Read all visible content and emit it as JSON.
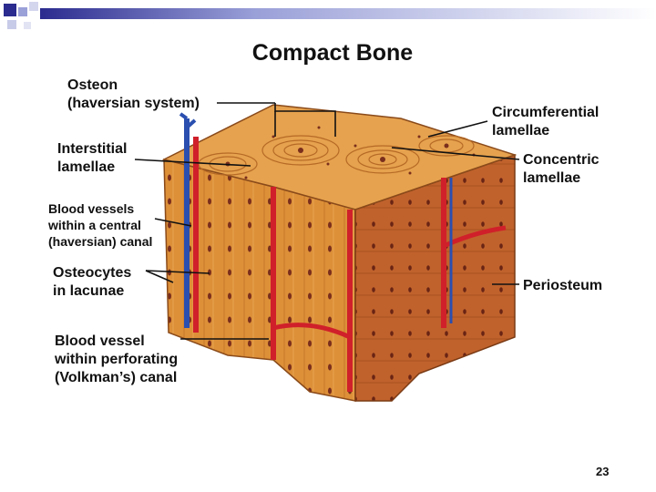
{
  "slide": {
    "title": "Compact Bone",
    "page_number": "23"
  },
  "labels": {
    "osteon": [
      "Osteon",
      "(haversian system)"
    ],
    "interstitial": [
      "Interstitial",
      "lamellae"
    ],
    "blood_vessels_central": [
      "Blood vessels",
      "within a central",
      "(haversian) canal"
    ],
    "osteocytes": [
      "Osteocytes",
      "in lacunae"
    ],
    "blood_vessel_perforating": [
      "Blood vessel",
      "within perforating",
      "(Volkman’s) canal"
    ],
    "circumferential": [
      "Circumferential",
      "lamellae"
    ],
    "concentric": [
      "Concentric",
      "lamellae"
    ],
    "periosteum": [
      "Periosteum"
    ]
  },
  "colors": {
    "bone_top": "#e6a24e",
    "bone_front": "#d98a34",
    "bone_side": "#b85a2a",
    "artery": "#d0202a",
    "vein": "#2a4fb0",
    "deco_blue": "#2b2b8f"
  }
}
